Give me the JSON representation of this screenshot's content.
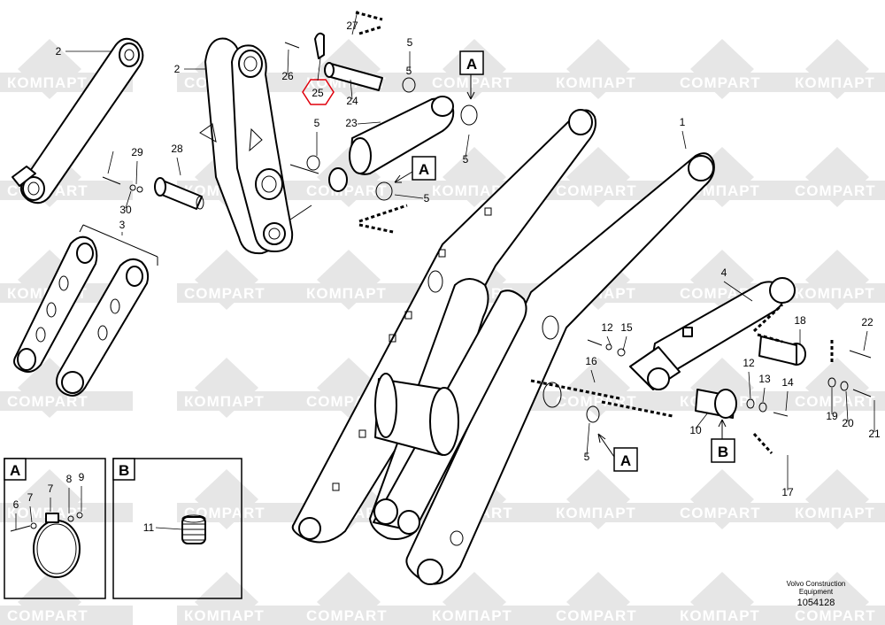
{
  "watermark": {
    "latin": "COMPART",
    "cyrillic": "КОМПАРТ"
  },
  "callouts": [
    "1",
    "2",
    "2",
    "3",
    "4",
    "5",
    "5",
    "5",
    "5",
    "5",
    "5",
    "6",
    "7",
    "7",
    "8",
    "9",
    "10",
    "11",
    "12",
    "12",
    "13",
    "14",
    "15",
    "16",
    "17",
    "18",
    "19",
    "20",
    "21",
    "22",
    "23",
    "24",
    "25",
    "26",
    "27",
    "28",
    "29",
    "30"
  ],
  "detail_labels": {
    "a": "A",
    "b": "B"
  },
  "ref_labels": [
    "A",
    "A",
    "A",
    "B"
  ],
  "highlighted_part": "24",
  "credit": {
    "line1": "Volvo Construction",
    "line2": "Equipment"
  },
  "doc_number": "1054128",
  "colors": {
    "watermark": "#e6e6e6",
    "highlight": "#e0000c",
    "line": "#000000"
  }
}
